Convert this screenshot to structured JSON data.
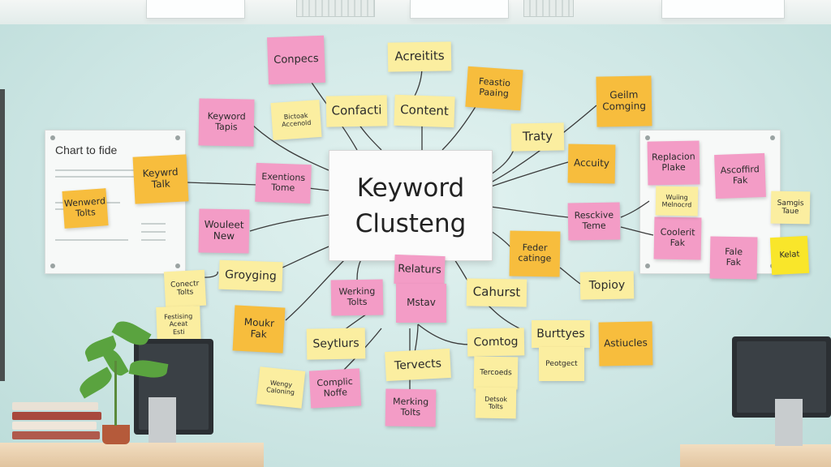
{
  "center": {
    "line1": "Keyword",
    "line2": "Clusteng"
  },
  "board_left_title": "Chart to fide",
  "notes": {
    "n01": "Conpecs",
    "n02": "Acreitits",
    "n03": "Keyword\nTapis",
    "n04": "Confacti",
    "n05": "Content",
    "n06": "Feastio\nPaaing",
    "n07": "Geilm\nComging",
    "n08": "Keywrd\nTalk",
    "n09": "Exentions\nTome",
    "n10": "Traty",
    "n11": "Accuity",
    "n12": "Replacion\nPlake",
    "n13": "Ascoffird\nFak",
    "n14": "Wenwerd\nTolts",
    "n15": "Wouleet\nNew",
    "n16": "Resckive\nTeme",
    "n17": "Coolerit\nFak",
    "n18": "Feder\ncatinge",
    "n19": "Fale\nFak",
    "n20": "Groyging",
    "n21": "Relaturs",
    "n22": "Werking\nTolts",
    "n23": "Mstav",
    "n24": "Cahurst",
    "n25": "Topioy",
    "n26": "Moukr\nFak",
    "n27": "Seytlurs",
    "n28": "Tervects",
    "n29": "Comtog",
    "n30": "Burttyes",
    "n31": "Astiucles",
    "n32": "Complic\nNoffe",
    "n33": "Merking\nTolts",
    "n34": "Kelat",
    "n35": "Samgis\nTaue",
    "n36": "Conectr\nTolts",
    "n37": "Festising\nAceat\nEsti",
    "n38": "Bictoak\nAccenold",
    "n39": "Wengy\nCaloning",
    "n40": "Tercoeds",
    "n41": "Peotgect",
    "n42": "Detsok\nTolts",
    "n43": "Wuiing\nMelnocrd"
  },
  "colors": {
    "pink": "#f39cc6",
    "orange": "#f7bd3d",
    "yellow": "#fbeea0",
    "bright_yellow": "#f9e62a",
    "wall": "#cfe7e6"
  }
}
